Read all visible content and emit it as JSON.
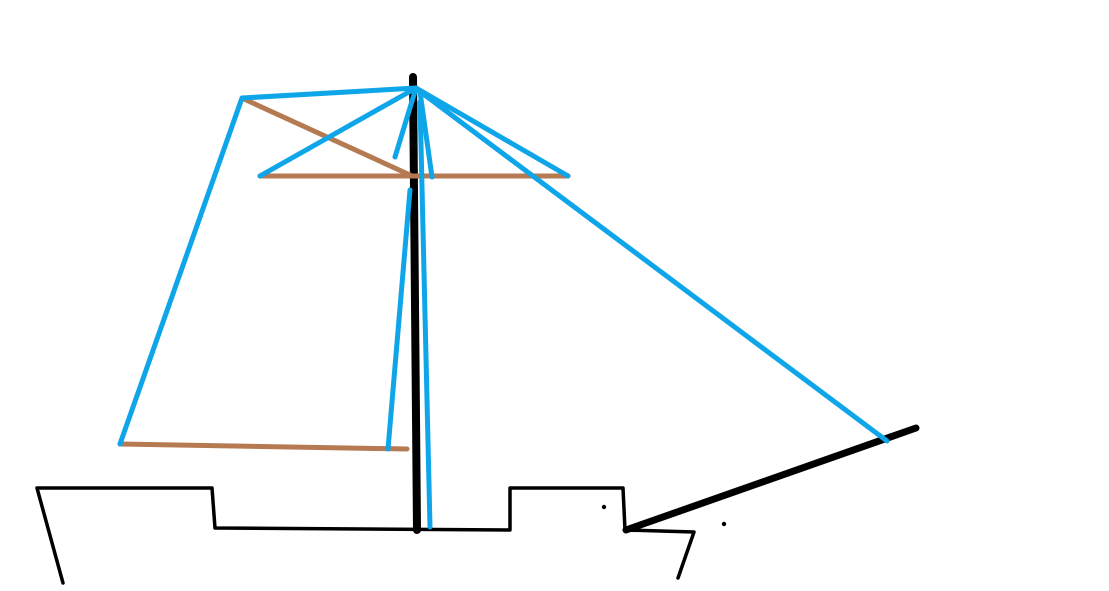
{
  "colors": {
    "background": "#ffffff",
    "hull_and_mast": "#000000",
    "spars": "#b57a52",
    "rigging": "#0ea5e9"
  },
  "drawing": {
    "subject": "sailing-ship-sketch",
    "parts": [
      "hull",
      "mast",
      "bowsprit",
      "yard",
      "boom",
      "gaff",
      "rigging-lines"
    ]
  }
}
